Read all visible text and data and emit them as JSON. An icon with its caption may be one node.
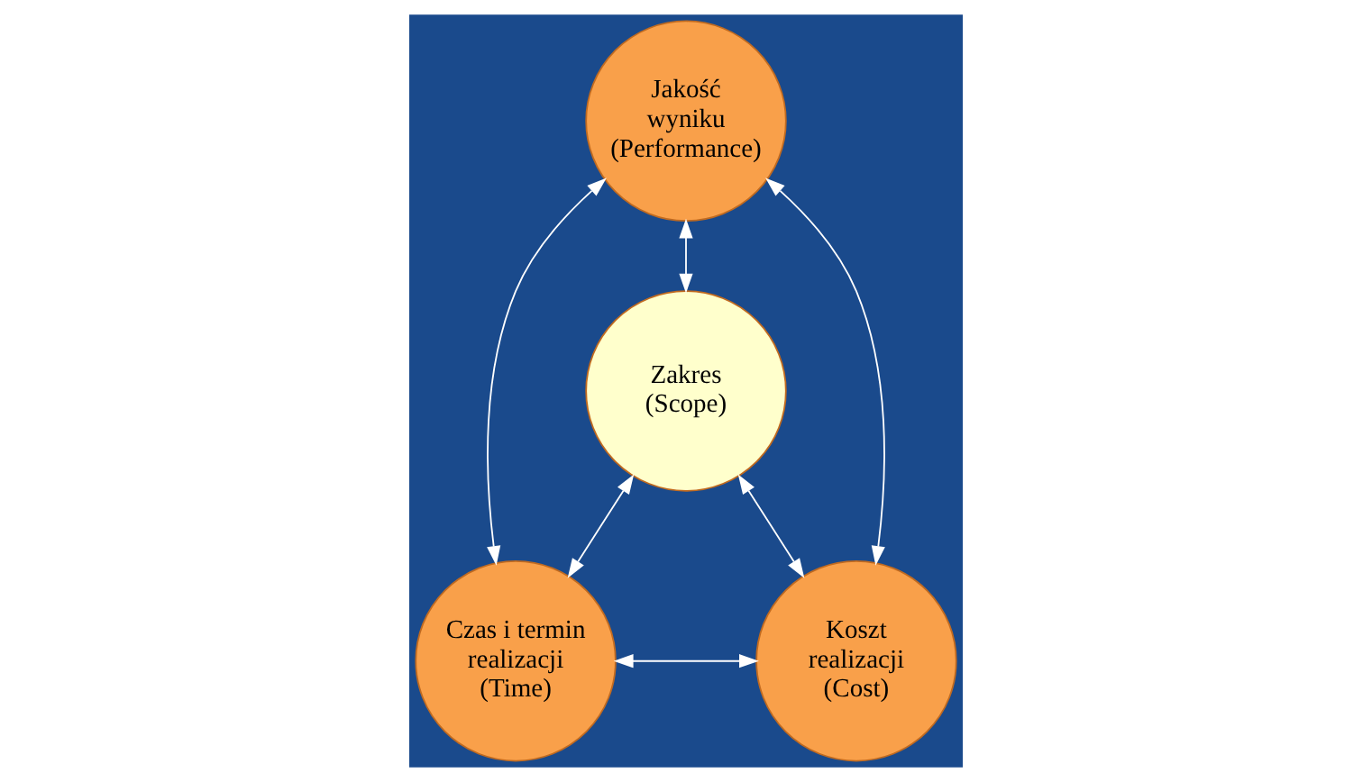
{
  "diagram": {
    "nodes": [
      {
        "text": [
          "Jakość wyniku (Performance)"
        ]
      },
      {
        "text": [
          "Zakres (Scope)"
        ]
      },
      {
        "text": [
          "Czas i termin realizacji (Time)"
        ]
      },
      {
        "text": [
          "Koszt realizacji (Cost)"
        ]
      }
    ],
    "edges": [
      {
        "from": 0,
        "to": 2,
        "arrow": "both"
      },
      {
        "from": 0,
        "to": 1,
        "arrow": "both"
      },
      {
        "from": 0,
        "to": 3,
        "arrow": "both"
      },
      {
        "from": 1,
        "to": 2,
        "arrow": "both"
      },
      {
        "from": 1,
        "to": 3,
        "arrow": "both"
      },
      {
        "from": 2,
        "to": 3,
        "arrow": "both"
      }
    ]
  }
}
